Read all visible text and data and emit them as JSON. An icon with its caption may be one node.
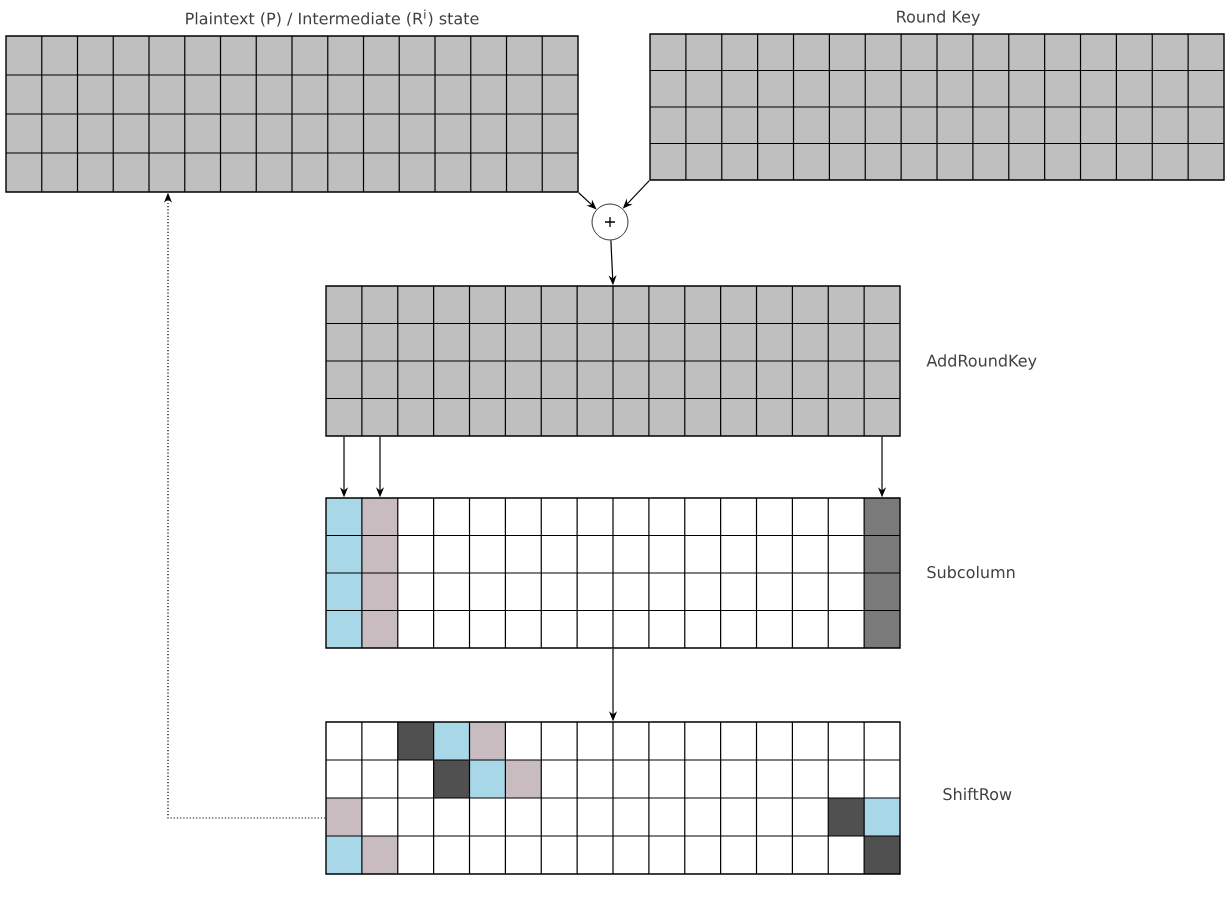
{
  "diagram": {
    "nodes": [
      {
        "text": [
          "Plaintext (P) / Intermediate (R$^{i}$) state"
        ]
      },
      {
        "text": [
          "Round Key"
        ]
      },
      {
        "text": [
          "+"
        ]
      },
      {
        "text": [
          "AddRoundKey"
        ]
      },
      {
        "text": [
          "Subcolumn"
        ]
      },
      {
        "text": [
          "ShiftRow"
        ]
      }
    ],
    "edges": [
      {
        "from": 0,
        "to": 2,
        "arrow": "to"
      },
      {
        "from": 1,
        "to": 2,
        "arrow": "to"
      },
      {
        "from": 2,
        "to": 3,
        "arrow": "to"
      },
      {
        "from": 3,
        "to": 4,
        "arrow": "to"
      },
      {
        "from": 3,
        "to": 4,
        "arrow": "to"
      },
      {
        "from": 3,
        "to": 4,
        "arrow": "to"
      },
      {
        "from": 4,
        "to": 5,
        "arrow": "to"
      },
      {
        "from": 5,
        "to": 0,
        "arrow": "to",
        "style": "dashed"
      }
    ]
  }
}
